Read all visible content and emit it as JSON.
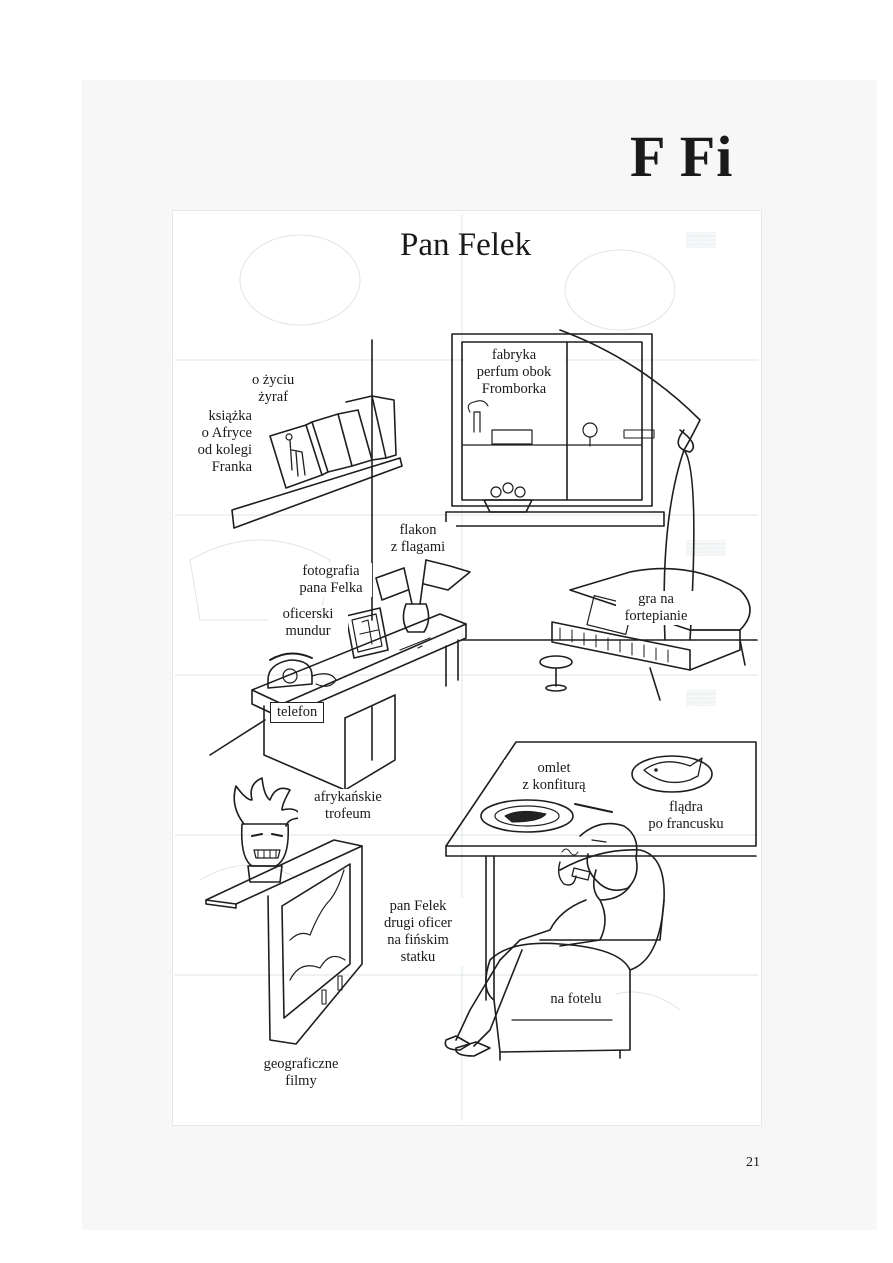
{
  "header": {
    "letters": "F Fi"
  },
  "illustration": {
    "title": "Pan Felek",
    "labels": {
      "book_topic": "o życiu\nżyraf",
      "book": "książka\no Afryce\nod kolegi\nFranka",
      "factory": "fabryka\nperfum obok\nFromborka",
      "vase": "flakon\nz flagami",
      "photo": "fotografia\npana Felka",
      "uniform": "oficerski\nmundur",
      "piano": "gra na\nfortepianie",
      "phone": "telefon",
      "omelette": "omlet\nz konfiturą",
      "flounder": "flądra\npo francusku",
      "trophy": "afrykańskie\ntrofeum",
      "felek": "pan Felek\ndrugi oficer\nna fińskim\nstatku",
      "armchair": "na fotelu",
      "films": "geograficzne\nfilmy"
    }
  },
  "footer": {
    "page_number": "21"
  }
}
